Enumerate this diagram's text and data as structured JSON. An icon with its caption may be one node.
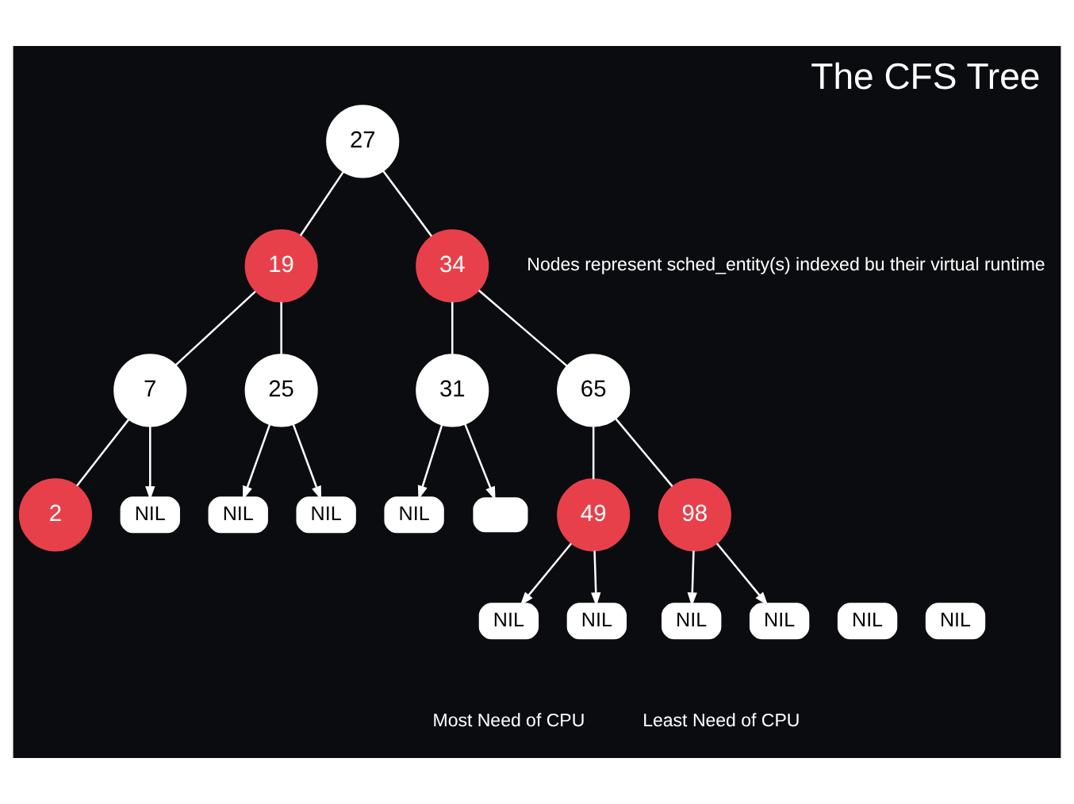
{
  "diagram": {
    "title": "The CFS Tree",
    "nodes": [
      {
        "text": [
          "27"
        ]
      },
      {
        "text": [
          "19"
        ]
      },
      {
        "text": [
          "34"
        ]
      },
      {
        "text": [
          "7"
        ]
      },
      {
        "text": [
          "25"
        ]
      },
      {
        "text": [
          "31"
        ]
      },
      {
        "text": [
          "65"
        ]
      },
      {
        "text": [
          "NIL"
        ]
      },
      {
        "text": [
          "NIL"
        ]
      },
      {
        "text": [
          "NIL"
        ]
      },
      {
        "text": [
          "NIL"
        ]
      },
      {
        "text": [],
        "shape": "box"
      },
      {
        "text": [
          "2"
        ]
      },
      {
        "text": [
          "49"
        ]
      },
      {
        "text": [
          "98"
        ]
      },
      {
        "text": [
          "NIL"
        ]
      },
      {
        "text": [
          "NIL"
        ]
      },
      {
        "text": [
          "NIL"
        ]
      },
      {
        "text": [
          "NIL"
        ]
      },
      {
        "text": [
          "NIL"
        ]
      },
      {
        "text": [
          "NIL"
        ]
      }
    ],
    "edges": [
      {
        "from": 0,
        "to": 1,
        "arrow": "none"
      },
      {
        "from": 0,
        "to": 2,
        "arrow": "none"
      },
      {
        "from": 1,
        "to": 3,
        "arrow": "none"
      },
      {
        "from": 1,
        "to": 4,
        "arrow": "none"
      },
      {
        "from": 2,
        "to": 5,
        "arrow": "none"
      },
      {
        "from": 2,
        "to": 6,
        "arrow": "none"
      },
      {
        "from": 3,
        "to": 12,
        "arrow": "none"
      },
      {
        "from": 3,
        "to": 7,
        "arrow": "to"
      },
      {
        "from": 4,
        "to": 8,
        "arrow": "to"
      },
      {
        "from": 4,
        "to": 9,
        "arrow": "to"
      },
      {
        "from": 5,
        "to": 10,
        "arrow": "to"
      },
      {
        "from": 5,
        "to": 11,
        "arrow": "to"
      },
      {
        "from": 6,
        "to": 13,
        "arrow": "none"
      },
      {
        "from": 6,
        "to": 14,
        "arrow": "none"
      },
      {
        "from": 13,
        "to": 17,
        "arrow": "to"
      },
      {
        "from": 13,
        "to": 18,
        "arrow": "to"
      },
      {
        "from": 14,
        "to": 19,
        "arrow": "to"
      },
      {
        "from": 14,
        "to": 20,
        "arrow": "to"
      }
    ],
    "labels": [
      "Nodes represent sched_entity(s) indexed bu their virtual runtime",
      "Most Need of CPU",
      "Least Need of CPU"
    ]
  }
}
